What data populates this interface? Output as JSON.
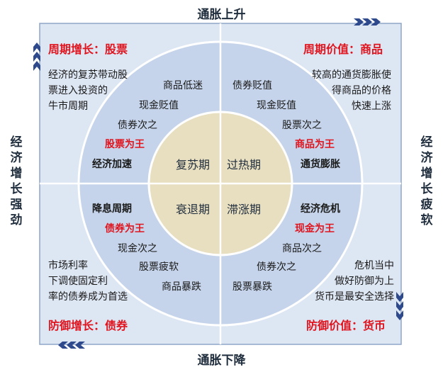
{
  "axes": {
    "top": "通胀上升",
    "bottom": "通胀下降",
    "left": "经济增长强劲",
    "right": "经济增长疲软"
  },
  "quadrants": {
    "top_left": {
      "title": "周期增长：股票",
      "desc": [
        "经济的复苏带动股",
        "票进入投资的",
        "牛市周期"
      ]
    },
    "top_right": {
      "title": "周期价值：商品",
      "desc": [
        "较高的通货膨胀使",
        "得商品的价格",
        "快速上涨"
      ]
    },
    "bottom_left": {
      "title": "防御增长：债券",
      "desc": [
        "市场利率",
        "下调使固定利",
        "率的债券成为首选"
      ]
    },
    "bottom_right": {
      "title": "防御价值：货币",
      "desc": [
        "危机当中",
        "做好防御为上",
        "货币是最安全选择"
      ]
    }
  },
  "ring": {
    "top_left": [
      "商品低迷",
      "现金贬值",
      "债券次之",
      "股票为王",
      "经济加速"
    ],
    "top_right": [
      "债券贬值",
      "现金贬值",
      "股票次之",
      "商品为王",
      "通货膨胀"
    ],
    "bottom_left": [
      "降息周期",
      "债券为王",
      "现金次之",
      "股票疲软",
      "商品暴跌"
    ],
    "bottom_right": [
      "经济危机",
      "现金为王",
      "商品次之",
      "债券次之",
      "股票暴跌"
    ]
  },
  "phases": {
    "top_left": "复苏期",
    "top_right": "过热期",
    "bottom_left": "衰退期",
    "bottom_right": "滞涨期"
  },
  "colors": {
    "square_fill": "#dde6f3",
    "border": "#8fa6c8",
    "outer_circle": "#c5d4ea",
    "inner_circle": "#e8dfc0",
    "title_red": "#e0141e",
    "chevron": "#2e4a8c"
  }
}
